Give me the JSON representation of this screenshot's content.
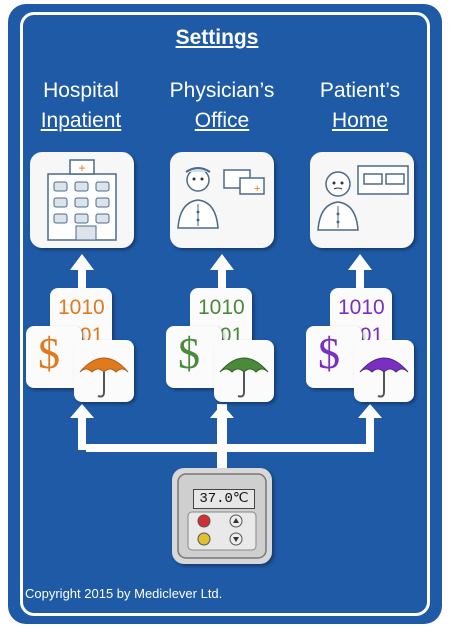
{
  "title": "Settings",
  "columns": [
    {
      "line1": "Hospital",
      "line2": "Inpatient",
      "accent": "#e07a1f",
      "icon": "hospital-icon"
    },
    {
      "line1": "Physician’s",
      "line2": "Office",
      "accent": "#4a8a3a",
      "icon": "physician-icon"
    },
    {
      "line1": "Patient’s",
      "line2": "Home",
      "accent": "#7a2fc0",
      "icon": "patient-icon"
    }
  ],
  "billing_codes": {
    "top": "1010",
    "bottom": "1101"
  },
  "currency_symbol": "$",
  "thermostat": {
    "reading": "37.0℃"
  },
  "copyright": "Copyright 2015 by Mediclever Ltd.",
  "colors": {
    "background": "#1f5aa6",
    "card": "#f7f7f7"
  }
}
